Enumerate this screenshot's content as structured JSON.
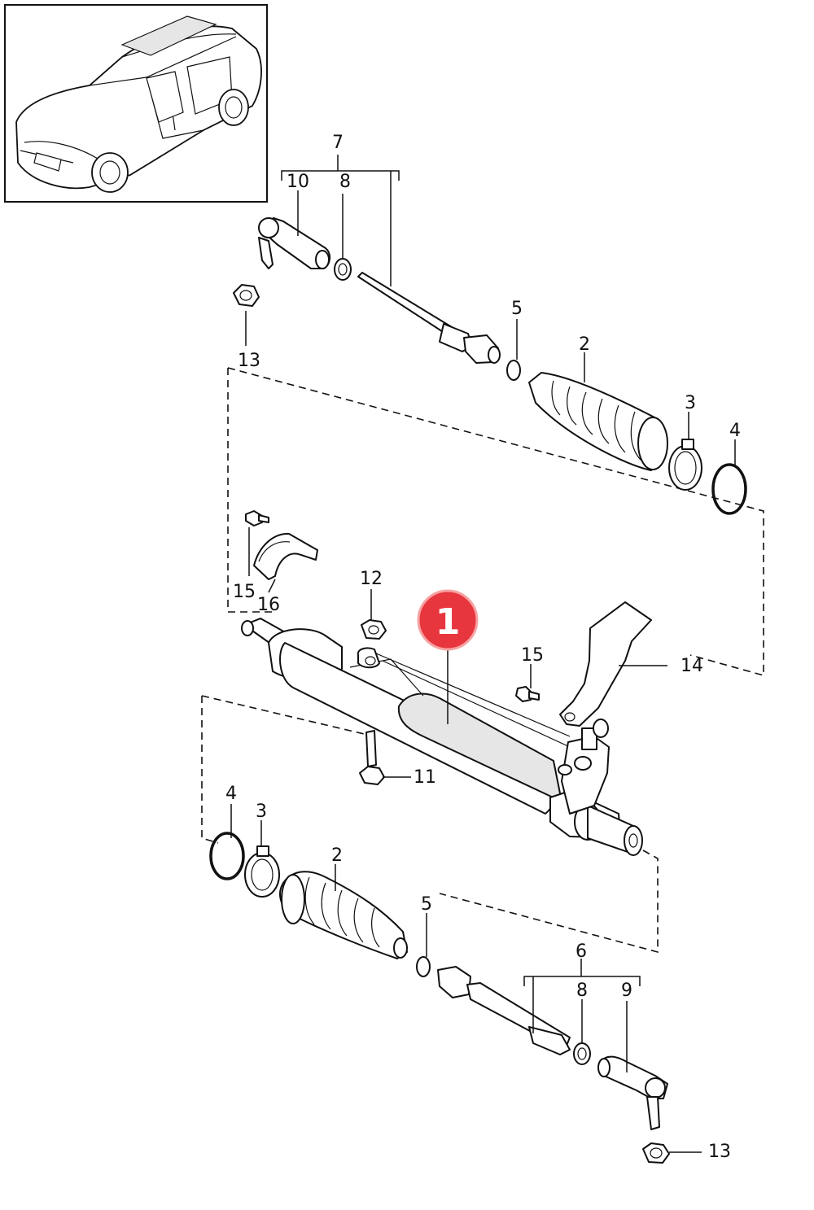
{
  "diagram": {
    "highlight_badge": "1",
    "callouts": {
      "c7": "7",
      "c10": "10",
      "c8_top": "8",
      "c13_top": "13",
      "c5_top": "5",
      "c2_top": "2",
      "c3_top": "3",
      "c4_top": "4",
      "c15_left": "15",
      "c16": "16",
      "c12": "12",
      "c15_right": "15",
      "c14": "14",
      "c11": "11",
      "c4_bottom": "4",
      "c3_bottom": "3",
      "c2_bottom": "2",
      "c5_bottom": "5",
      "c6": "6",
      "c8_bottom": "8",
      "c9": "9",
      "c13_bottom": "13"
    }
  }
}
